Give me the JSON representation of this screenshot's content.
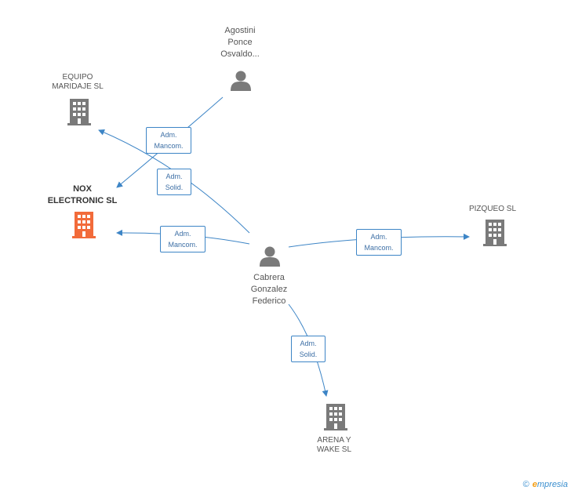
{
  "nodes": {
    "agostini": {
      "lines": [
        "Agostini",
        "Ponce",
        "Osvaldo..."
      ],
      "icon": "person-icon"
    },
    "equipo": {
      "lines": [
        "EQUIPO",
        "MARIDAJE  SL"
      ],
      "icon": "building-icon"
    },
    "nox": {
      "lines": [
        "NOX",
        "ELECTRONIC SL"
      ],
      "icon": "building-icon"
    },
    "pizqueo": {
      "lines": [
        "PIZQUEO  SL"
      ],
      "icon": "building-icon"
    },
    "cabrera": {
      "lines": [
        "Cabrera",
        "Gonzalez",
        "Federico"
      ],
      "icon": "person-icon"
    },
    "arena": {
      "lines": [
        "ARENA Y",
        "WAKE SL"
      ],
      "icon": "building-icon"
    }
  },
  "edges": [
    {
      "id": "agostini-nox",
      "lines": [
        "Adm.",
        "Mancom."
      ]
    },
    {
      "id": "cabrera-equipo",
      "lines": [
        "Adm.",
        "Solid."
      ]
    },
    {
      "id": "cabrera-nox",
      "lines": [
        "Adm.",
        "Mancom."
      ]
    },
    {
      "id": "cabrera-pizqueo",
      "lines": [
        "Adm.",
        "Mancom."
      ]
    },
    {
      "id": "cabrera-arena",
      "lines": [
        "Adm.",
        "Solid."
      ]
    }
  ],
  "colors": {
    "edge": "#3d85c6",
    "node_gray": "#7a7a7a",
    "node_highlight": "#f26b3a"
  },
  "brand": {
    "copyright": "©",
    "name_initial": "e",
    "name_rest": "mpresia"
  }
}
